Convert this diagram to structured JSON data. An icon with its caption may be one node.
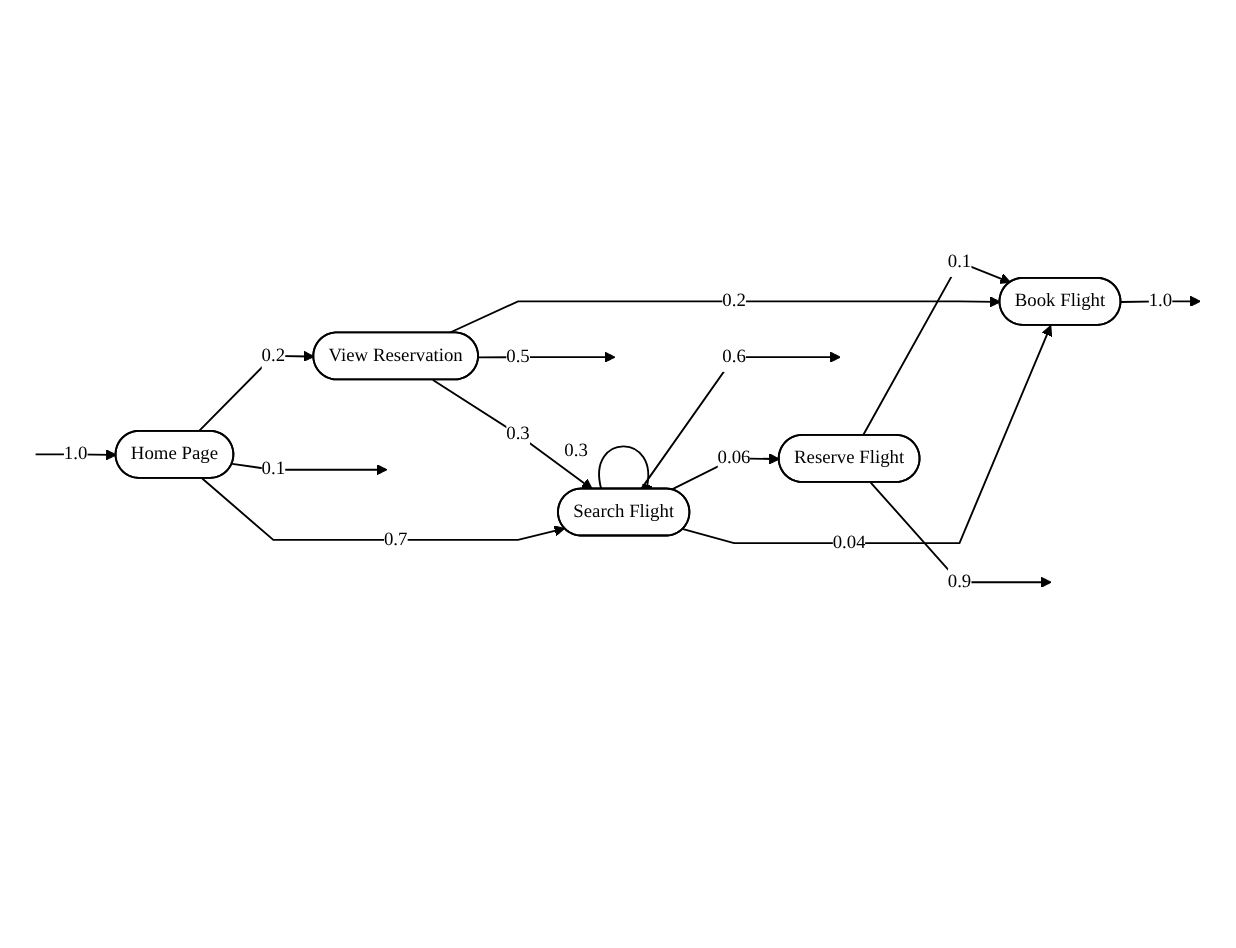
{
  "diagram": {
    "nodes": [
      {
        "text": [
          "Home Page"
        ]
      },
      {
        "text": [
          "Search Flight"
        ]
      },
      {
        "text": [
          "View Reservation"
        ]
      },
      {
        "text": [
          "Book Flight"
        ]
      },
      {
        "text": [
          "Reserve Flight"
        ]
      }
    ],
    "edges": [
      {
        "from": null,
        "to": 0,
        "arrow": "to",
        "label": "1.0"
      },
      {
        "from": 0,
        "to": 1,
        "arrow": "to",
        "label": "0.7"
      },
      {
        "from": 0,
        "to": null,
        "arrow": "to",
        "label": "0.1"
      },
      {
        "from": 0,
        "to": 2,
        "arrow": "to",
        "label": "0.2"
      },
      {
        "from": 1,
        "to": 1,
        "arrow": "to",
        "label": "0.3"
      },
      {
        "from": 1,
        "to": null,
        "arrow": "to",
        "label": "0.6"
      },
      {
        "from": 1,
        "to": 3,
        "arrow": "to",
        "label": "0.04"
      },
      {
        "from": 1,
        "to": 4,
        "arrow": "to",
        "label": "0.06"
      },
      {
        "from": 2,
        "to": 1,
        "arrow": "to",
        "label": "0.3"
      },
      {
        "from": 2,
        "to": null,
        "arrow": "to",
        "label": "0.5"
      },
      {
        "from": 2,
        "to": 3,
        "arrow": "to",
        "label": "0.2"
      },
      {
        "from": 3,
        "to": null,
        "arrow": "to",
        "label": "1.0"
      },
      {
        "from": 4,
        "to": 3,
        "arrow": "to",
        "label": "0.1"
      },
      {
        "from": 4,
        "to": null,
        "arrow": "to",
        "label": "0.9"
      }
    ]
  }
}
